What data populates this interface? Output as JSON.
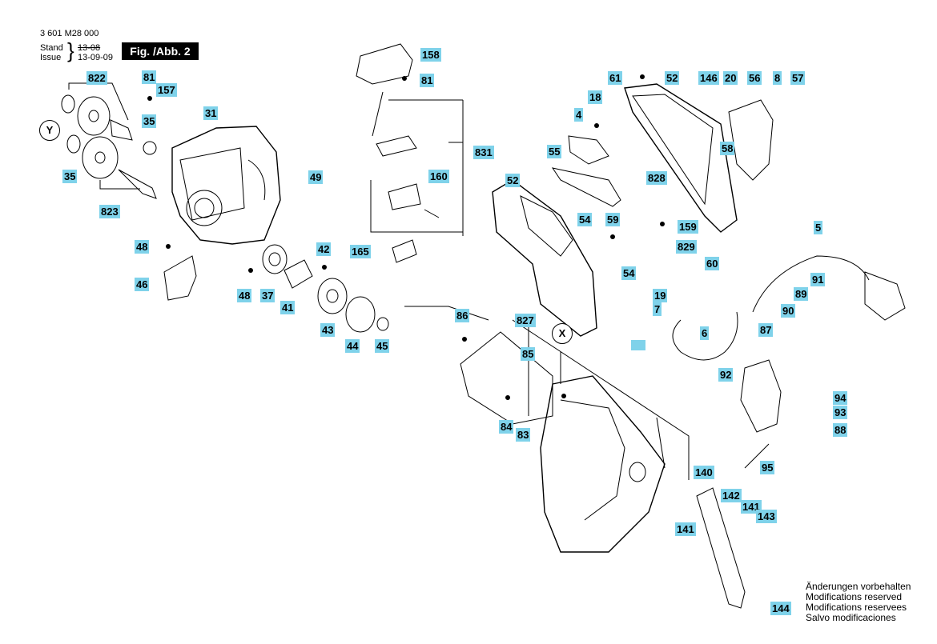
{
  "header": {
    "doc_number": "3 601 M28 000",
    "stand_label": "Stand",
    "issue_label": "Issue",
    "stand_date": "13-08",
    "issue_date": "13-09-09",
    "figure_label": "Fig. /Abb. 2"
  },
  "view_markers": [
    "Y",
    "X"
  ],
  "part_labels": [
    "822",
    "81",
    "157",
    "31",
    "35",
    "35",
    "823",
    "49",
    "48",
    "42",
    "46",
    "48",
    "37",
    "41",
    "43",
    "44",
    "45",
    "158",
    "81",
    "831",
    "160",
    "165",
    "61",
    "52",
    "146",
    "20",
    "56",
    "8",
    "57",
    "18",
    "4",
    "55",
    "58",
    "828",
    "52",
    "54",
    "59",
    "159",
    "829",
    "60",
    "54",
    "5",
    "91",
    "19",
    "7",
    "89",
    "90",
    "6",
    "86",
    "827",
    "87",
    "85",
    "92",
    "94",
    "93",
    "88",
    "84",
    "83",
    "95",
    "140",
    "142",
    "141",
    "143",
    "141",
    "144"
  ],
  "colors": {
    "label_bg": "#7fd2ea",
    "line": "#000000"
  },
  "footer_notes": [
    "Änderungen vorbehalten",
    "Modifications reserved",
    "Modifications reservees",
    "Salvo modificaciones"
  ]
}
